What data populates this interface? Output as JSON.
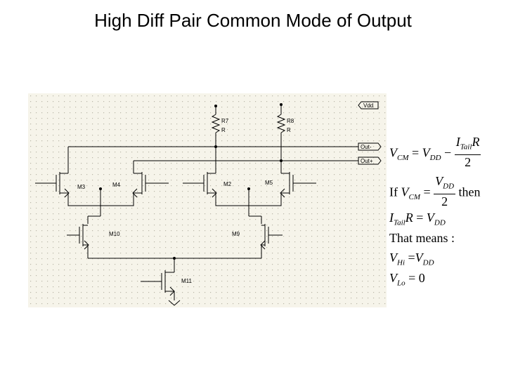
{
  "slide": {
    "title": "High Diff Pair Common Mode of Output"
  },
  "schematic": {
    "labels": {
      "vdd": "Vdd",
      "out_minus": "Out-",
      "out_plus": "Out+",
      "r7": "R7",
      "r7_val": "R",
      "r8": "R8",
      "r8_val": "R",
      "m3": "M3",
      "m4": "M4",
      "m2": "M2",
      "m5": "M5",
      "m10": "M10",
      "m9": "M9",
      "m11": "M11"
    }
  },
  "equations": {
    "v": "V",
    "i": "I",
    "r": "R",
    "cm": "CM",
    "dd": "DD",
    "tail": "Tail",
    "hi": "Hi",
    "lo": "Lo",
    "eq_sign": "=",
    "minus": "−",
    "two": "2",
    "zero": "0",
    "if_word": "If",
    "then_word": "then",
    "that_means": "That means :"
  },
  "colors": {
    "grid_bg": "#f6f4ea",
    "grid_dot": "#b9b6a8",
    "wire": "#000000"
  }
}
